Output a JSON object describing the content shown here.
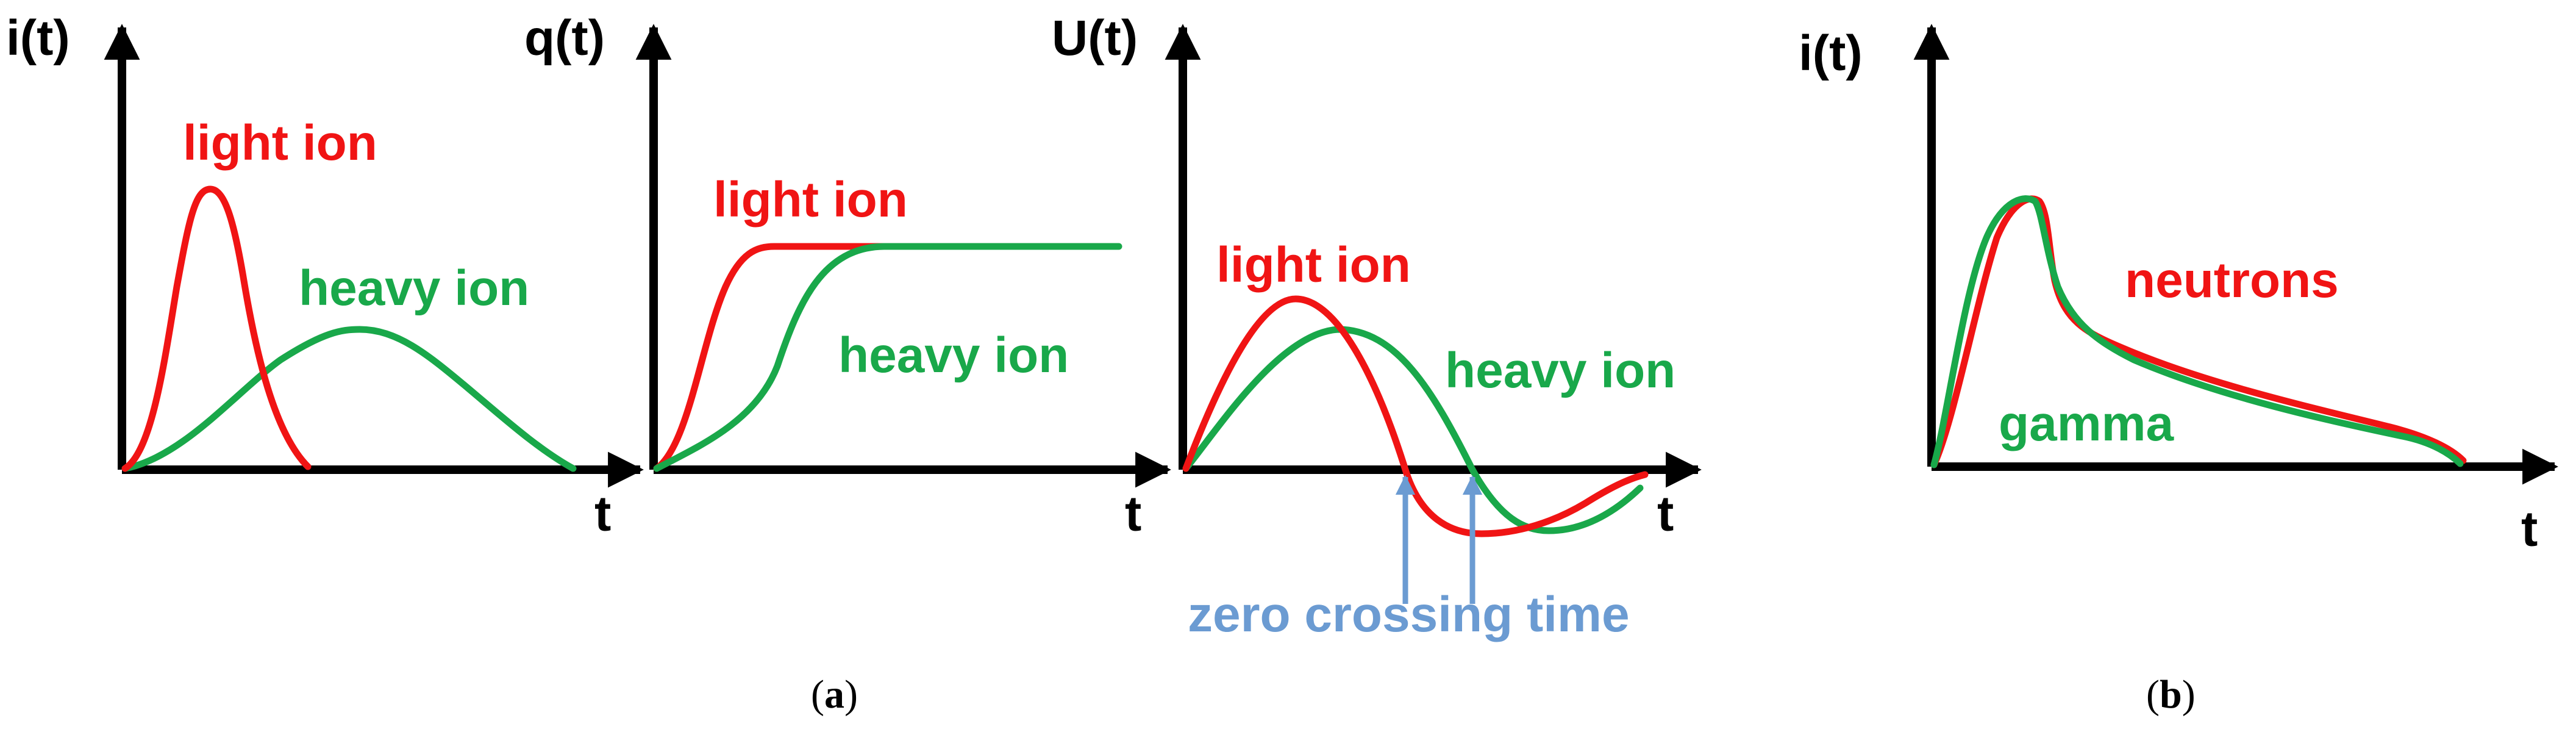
{
  "colors": {
    "light": "#f01414",
    "heavy": "#19a84a",
    "annotation": "#6b9bd2",
    "axis": "#000000"
  },
  "panel_a": {
    "label_letter": "a",
    "current": {
      "y_axis": "i(t)",
      "x_axis": "t",
      "light_label": "light ion",
      "heavy_label": "heavy ion"
    },
    "charge": {
      "y_axis": "q(t)",
      "x_axis": "t",
      "light_label": "light ion",
      "heavy_label": "heavy ion"
    },
    "voltage": {
      "y_axis": "U(t)",
      "x_axis": "t",
      "light_label": "light ion",
      "heavy_label": "heavy ion",
      "annotation": "zero crossing time"
    }
  },
  "panel_b": {
    "label_letter": "b",
    "y_axis": "i(t)",
    "x_axis": "t",
    "neutron_label": "neutrons",
    "gamma_label": "gamma"
  }
}
